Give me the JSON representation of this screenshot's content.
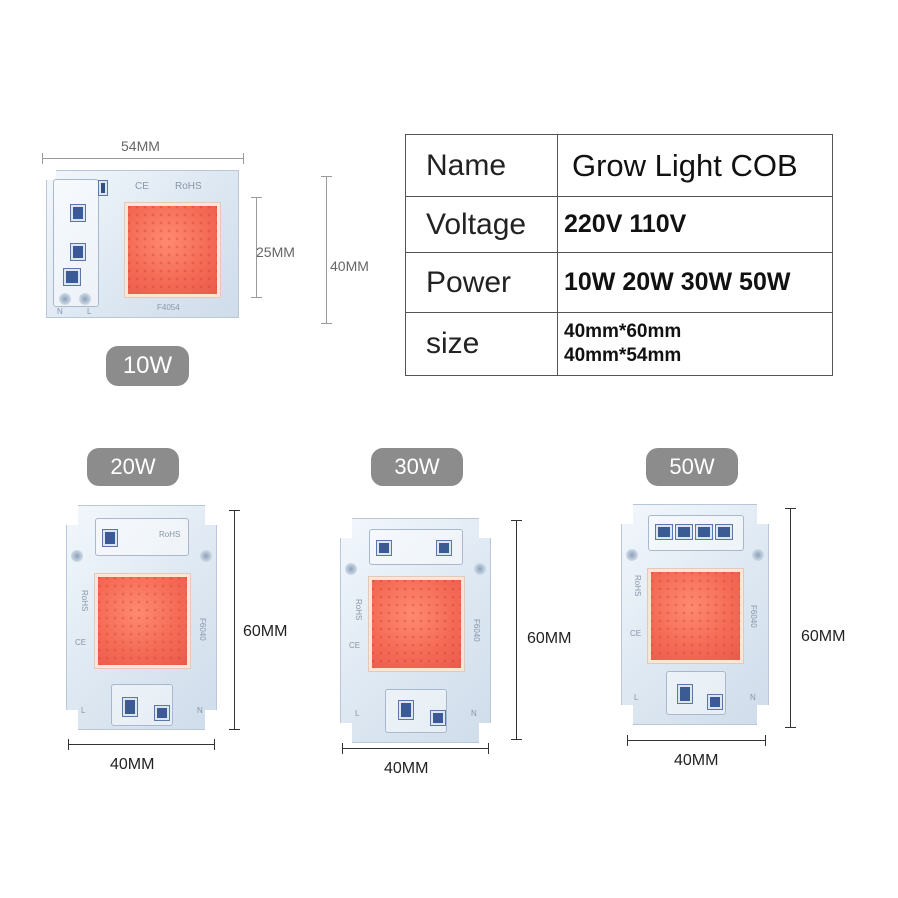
{
  "top": {
    "dim_width": "54MM",
    "dim_chip": "25MM",
    "dim_height": "40MM",
    "badge": "10W",
    "board_marks": {
      "ce": "CE",
      "rohs": "RoHS",
      "model": "F4054",
      "n": "N",
      "l": "L"
    }
  },
  "spec_table": {
    "rows": [
      {
        "name": "Name",
        "value": "Grow Light COB"
      },
      {
        "name": "Voltage",
        "value": "220V 110V"
      },
      {
        "name": "Power",
        "value": "10W 20W 30W 50W"
      },
      {
        "name": "size",
        "value_line1": "40mm*60mm",
        "value_line2": "40mm*54mm"
      }
    ]
  },
  "modules": [
    {
      "badge": "20W",
      "height": "60MM",
      "width": "40MM",
      "marks": {
        "ce": "CE",
        "rohs": "RoHS",
        "model": "F6040",
        "l": "L",
        "n": "N"
      }
    },
    {
      "badge": "30W",
      "height": "60MM",
      "width": "40MM",
      "marks": {
        "ce": "CE",
        "rohs": "RoHS",
        "model": "F6040",
        "l": "L",
        "n": "N"
      }
    },
    {
      "badge": "50W",
      "height": "60MM",
      "width": "40MM",
      "marks": {
        "ce": "CE",
        "rohs": "RoHS",
        "model": "F6040",
        "l": "L",
        "n": "N"
      }
    }
  ],
  "colors": {
    "badge": "#8c8c8c",
    "chip": "#f46a55",
    "board": "#dbe6f1",
    "component": "#3c5b94"
  }
}
